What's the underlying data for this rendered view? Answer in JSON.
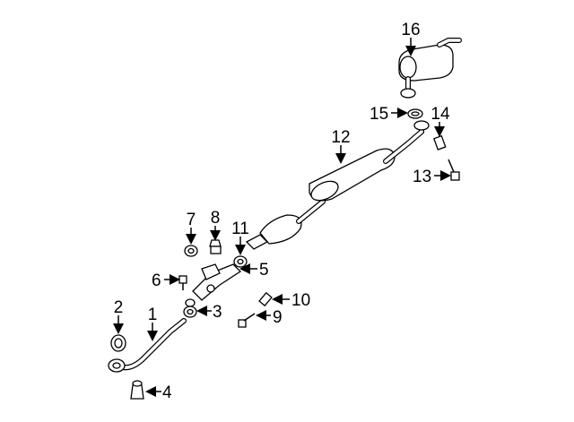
{
  "diagram": {
    "title": "Exhaust system parts diagram",
    "callouts": [
      {
        "id": "c1",
        "label": "1"
      },
      {
        "id": "c2",
        "label": "2"
      },
      {
        "id": "c3",
        "label": "3"
      },
      {
        "id": "c4",
        "label": "4"
      },
      {
        "id": "c5",
        "label": "5"
      },
      {
        "id": "c6",
        "label": "6"
      },
      {
        "id": "c7",
        "label": "7"
      },
      {
        "id": "c8",
        "label": "8"
      },
      {
        "id": "c9",
        "label": "9"
      },
      {
        "id": "c10",
        "label": "10"
      },
      {
        "id": "c11",
        "label": "11"
      },
      {
        "id": "c12",
        "label": "12"
      },
      {
        "id": "c13",
        "label": "13"
      },
      {
        "id": "c14",
        "label": "14"
      },
      {
        "id": "c15",
        "label": "15"
      },
      {
        "id": "c16",
        "label": "16"
      }
    ]
  }
}
